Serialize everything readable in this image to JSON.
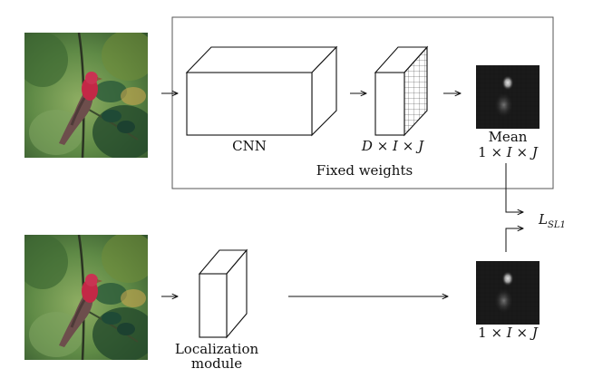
{
  "diagram": {
    "top_branch": {
      "input_image": "bird-photo",
      "cnn_label": "CNN",
      "feature_label": "D × I × J",
      "feature_label_parts": [
        "D",
        " × ",
        "I",
        " × ",
        "J"
      ],
      "mean_label_line1": "Mean",
      "mean_label_line2": "1 × I × J",
      "mean_label_parts": [
        "1",
        " × ",
        "I",
        " × ",
        "J"
      ],
      "box_label": "Fixed weights"
    },
    "bottom_branch": {
      "input_image": "bird-photo",
      "module_label_line1": "Localization",
      "module_label_line2": "module",
      "map_label": "1 × I × J",
      "map_label_parts": [
        "1",
        " × ",
        "I",
        " × ",
        "J"
      ]
    },
    "loss": {
      "label": "L_SL1",
      "main": "L",
      "subscript": "SL1"
    },
    "colors": {
      "line": "#111111",
      "box_border": "#555555",
      "heatmap_bg": "#1a1a1a",
      "heatmap_hot": "#ededed"
    }
  }
}
